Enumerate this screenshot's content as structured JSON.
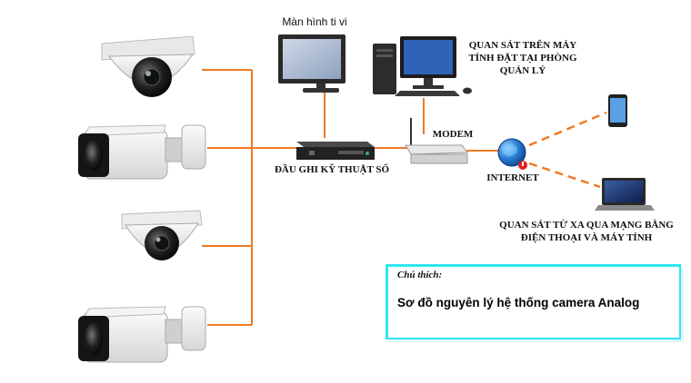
{
  "labels": {
    "tv": "Màn hình ti vi",
    "pc": "QUAN SÁT TRÊN MÁY TÍNH ĐẶT TẠI PHÒNG QUẢN LÝ",
    "modem": "MODEM",
    "dvr": "ĐẦU GHI KỸ THUẬT SỐ",
    "internet": "INTERNET",
    "remote": "QUAN SÁT TỪ XA QUA MẠNG BẰNG ĐIỆN THOẠI VÀ MÁY TÍNH"
  },
  "legend": {
    "heading": "Chú thích:",
    "title": "Sơ đồ nguyên lý hệ thống camera Analog"
  },
  "colors": {
    "cable": "#f07a23",
    "legend_border": "#2ee6f0"
  }
}
